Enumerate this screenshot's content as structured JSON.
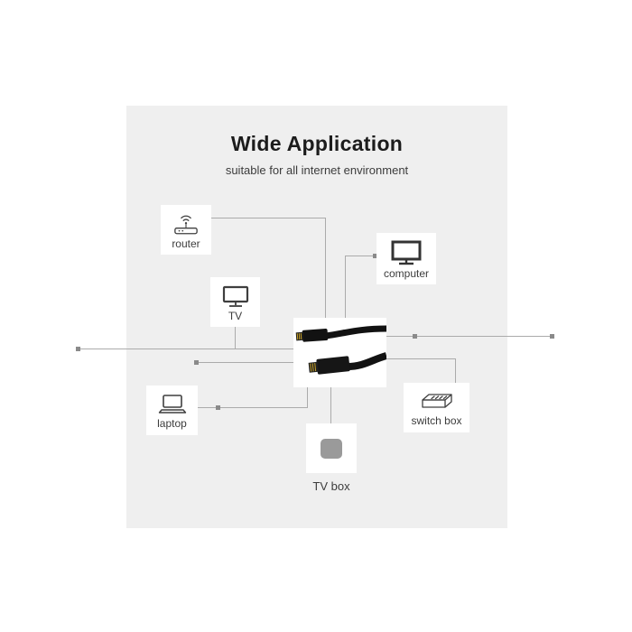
{
  "page": {
    "title": "Wide Application",
    "subtitle": "suitable for all internet environment"
  },
  "devices": [
    {
      "label": "router",
      "icon": "router-icon"
    },
    {
      "label": "computer",
      "icon": "computer-icon"
    },
    {
      "label": "TV",
      "icon": "tv-icon"
    },
    {
      "label": "laptop",
      "icon": "laptop-icon"
    },
    {
      "label": "TV box",
      "icon": "tvbox-icon"
    },
    {
      "label": "switch box",
      "icon": "switchbox-icon"
    }
  ],
  "center_image": "ethernet-cable-with-rj45-connectors",
  "colors": {
    "panel_bg": "#efefef",
    "line": "#ababab",
    "marker": "#8a8a8a",
    "title_text": "#1c1c1c",
    "body_text": "#3c3c3c",
    "icon_stroke": "#3f3f3f",
    "tvbox_icon_fill": "#9a9a9a",
    "cable_black": "#121212",
    "cable_gold": "#c9a227"
  }
}
